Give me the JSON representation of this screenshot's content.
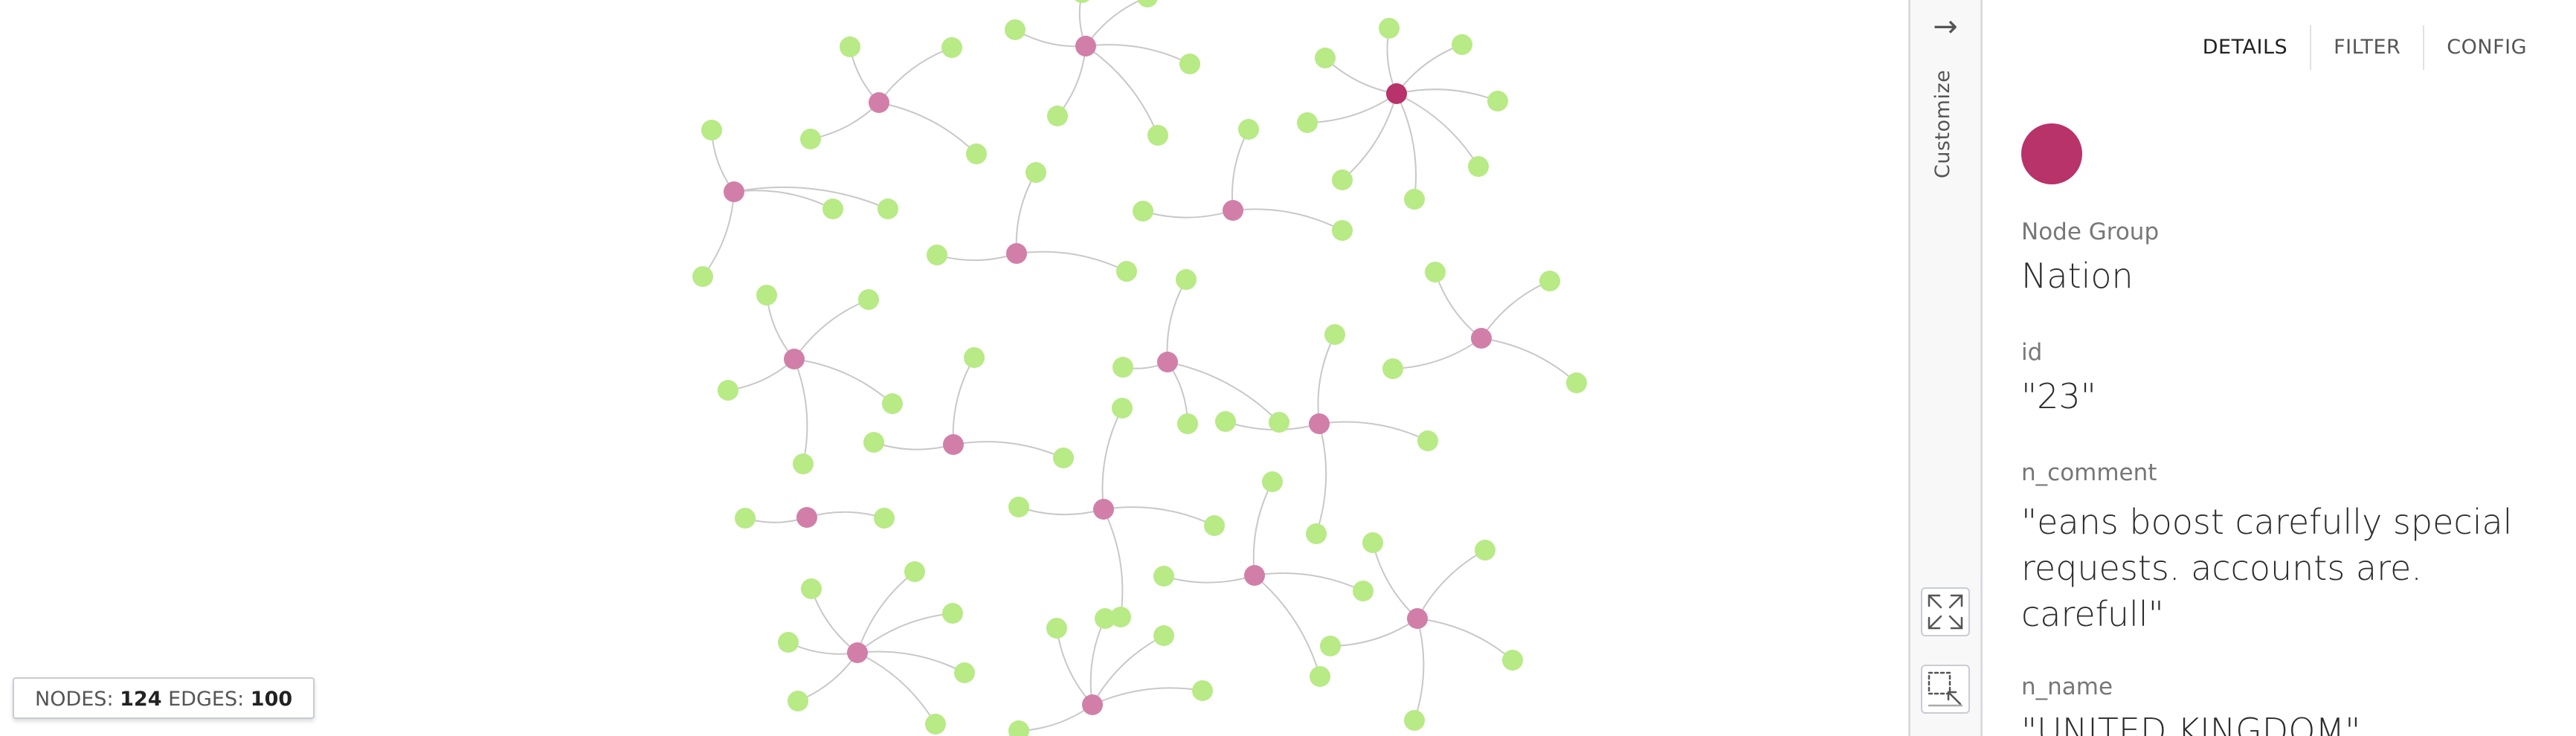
{
  "colors": {
    "nation_node": "#d17fa9",
    "selected_node": "#b8336a",
    "leaf_node": "#b8ea85",
    "edge": "#c8c8c8"
  },
  "counter": {
    "nodes_label": "NODES:",
    "nodes_value": "124",
    "edges_label": "EDGES:",
    "edges_value": "100"
  },
  "sidebar": {
    "arrow_icon": "arrow-right-icon",
    "customize_label": "Customize",
    "fit_icon": "expand-arrows-icon",
    "select_icon": "lasso-select-icon"
  },
  "panel": {
    "tabs": [
      {
        "label": "DETAILS",
        "active": true
      },
      {
        "label": "FILTER",
        "active": false
      },
      {
        "label": "CONFIG",
        "active": false
      }
    ],
    "swatch_color": "#b8336a",
    "fields": [
      {
        "label": "Node Group",
        "value": "Nation"
      },
      {
        "label": "id",
        "value": "\"23\""
      },
      {
        "label": "n_comment",
        "value": "\"eans boost carefully special requests. accounts are. carefull\""
      },
      {
        "label": "n_name",
        "value": "\"UNITED KINGDOM\""
      }
    ]
  }
}
